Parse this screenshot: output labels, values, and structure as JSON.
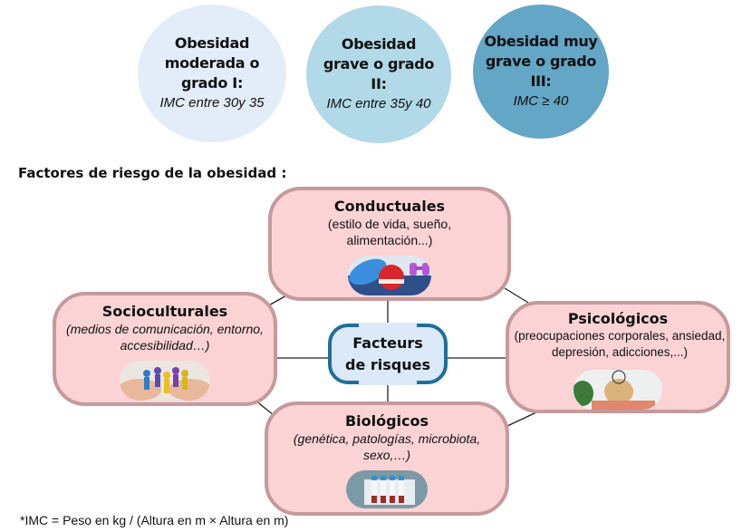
{
  "obesity_grades": [
    {
      "title": "Obesidad moderada o grado I:",
      "criteria": "IMC entre 30y 35",
      "color": "#e2edf9"
    },
    {
      "title": "Obesidad grave o grado II:",
      "criteria": "IMC entre 35y 40",
      "color": "#b1d9e8"
    },
    {
      "title": "Obesidad muy grave o grado III:",
      "criteria": "IMC ≥ 40",
      "color": "#63a6c5"
    }
  ],
  "section_title": "Factores de riesgo de la obesidad :",
  "center_node": {
    "label": "Facteurs de risques",
    "border_color": "#1f6f9a",
    "fill_color": "#dbe9f8"
  },
  "risk_factors": {
    "conductuales": {
      "title": "Conductuales",
      "description": "(estilo de vida, sueño, alimentación...)",
      "image": "fitness-apple-icon"
    },
    "socioculturales": {
      "title": "Socioculturales",
      "description": "(medios de comunicación, entorno, accesibilidad…)",
      "image": "community-hands-icon"
    },
    "psicologicos": {
      "title": "Psicológicos",
      "description": "(preocupaciones corporales, ansiedad, depresión, adicciones,...)",
      "image": "stressed-person-icon"
    },
    "biologicos": {
      "title": "Biológicos",
      "description": "(genética, patologías, microbiota, sexo,…)",
      "image": "test-tubes-icon"
    }
  },
  "box_colors": {
    "fill": "#fbd3d5",
    "border": "#c49a9d"
  },
  "footnote": "*IMC = Peso en kg / (Altura en m × Altura en m)"
}
